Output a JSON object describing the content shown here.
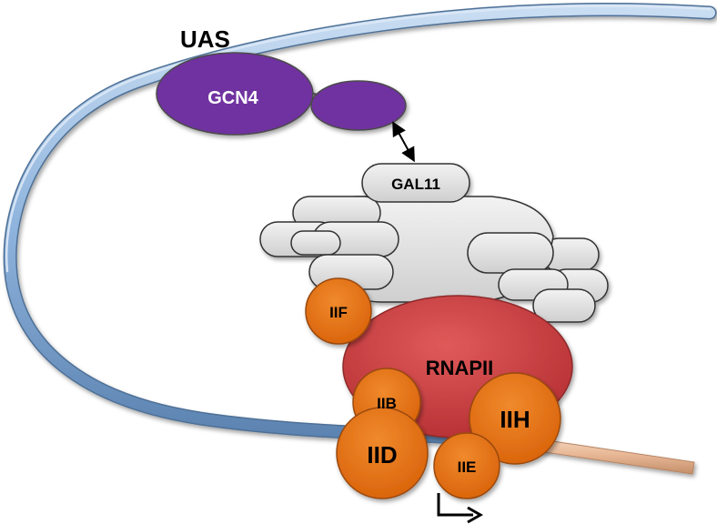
{
  "labels": {
    "uas": "UAS",
    "gcn4": "GCN4",
    "gal11": "GAL11",
    "rnapii": "RNAPII",
    "iif": "IIF",
    "iib": "IIB",
    "iih": "IIH",
    "iid": "IID",
    "iie": "IIE"
  },
  "colors": {
    "dna": "#8fb4dd",
    "dna_edge": "#4d6f96",
    "dna_tail": "#e8b896",
    "gcn4": "#7030a0",
    "mediator": "#d9d9d9",
    "rnapii": "#c0393b",
    "gtf": "#e36c0a"
  },
  "icons": {
    "interaction_arrow": "double-headed-arrow-icon",
    "tss_arrow": "transcription-start-arrow-icon"
  }
}
